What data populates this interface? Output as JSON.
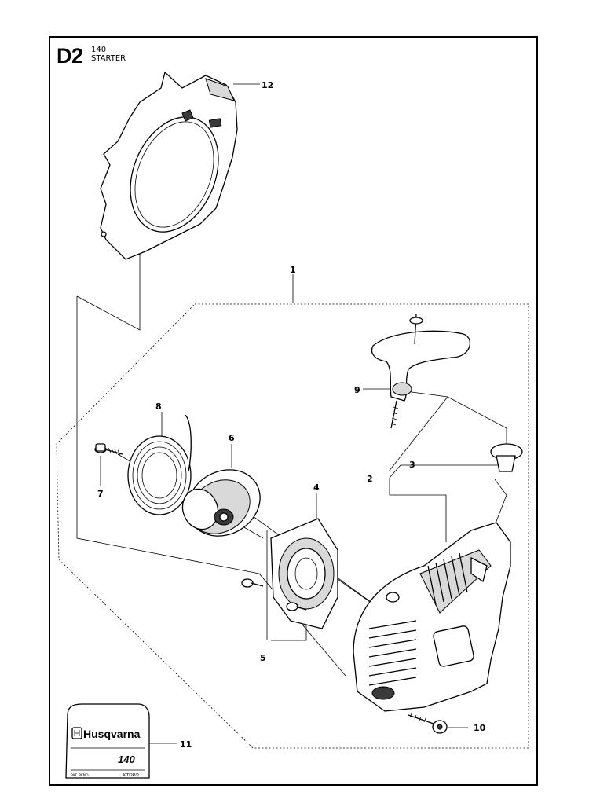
{
  "header": {
    "section_code": "D2",
    "model": "140",
    "title": "STARTER"
  },
  "callouts": [
    {
      "id": "part-1",
      "label": "1"
    },
    {
      "id": "part-2",
      "label": "2"
    },
    {
      "id": "part-3",
      "label": "3"
    },
    {
      "id": "part-4",
      "label": "4"
    },
    {
      "id": "part-5",
      "label": "5"
    },
    {
      "id": "part-6",
      "label": "6"
    },
    {
      "id": "part-7",
      "label": "7"
    },
    {
      "id": "part-8",
      "label": "8"
    },
    {
      "id": "part-9",
      "label": "9"
    },
    {
      "id": "part-10",
      "label": "10"
    },
    {
      "id": "part-11",
      "label": "11"
    },
    {
      "id": "part-12",
      "label": "12"
    }
  ],
  "decal": {
    "brand": "Husqvarna",
    "model": "140",
    "small_left": "PAT. PEND.",
    "small_right": "X-TORQ"
  }
}
